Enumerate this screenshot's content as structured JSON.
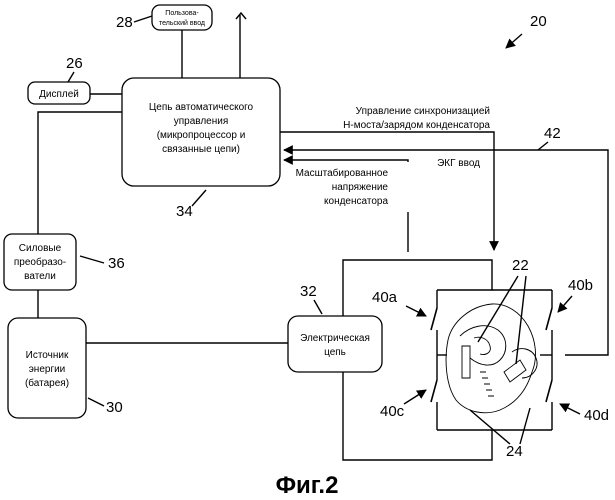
{
  "figure": {
    "caption": "Фиг.2",
    "ref_system": "20"
  },
  "blocks": {
    "user_input": {
      "lines": [
        "Пользова-",
        "тельский ввод"
      ],
      "ref": "28"
    },
    "display": {
      "lines": [
        "Дисплей"
      ],
      "ref": "26"
    },
    "control": {
      "lines": [
        "Цепь автоматического",
        "управления",
        "(микропроцессор и",
        "связанные цепи)"
      ],
      "ref": "34"
    },
    "power_converters": {
      "lines": [
        "Силовые",
        "преобразо-",
        "ватели"
      ],
      "ref": "36"
    },
    "energy_source": {
      "lines": [
        "Источник",
        "энергии",
        "(батарея)"
      ],
      "ref": "30"
    },
    "electric_circuit": {
      "lines": [
        "Электрическая",
        "цепь"
      ],
      "ref": "32"
    }
  },
  "signals": {
    "sync_control": [
      "Управление синхронизацией",
      "Н-моста/зарядом конденсатора"
    ],
    "ecg_input": "ЭКГ ввод",
    "ecg_ref": "42",
    "scaled_voltage": [
      "Масштабированное",
      "напряжение",
      "конденсатора"
    ]
  },
  "switches": {
    "a": "40a",
    "b": "40b",
    "c": "40c",
    "d": "40d"
  },
  "electrodes_ref": "22",
  "patient_ref": "24"
}
